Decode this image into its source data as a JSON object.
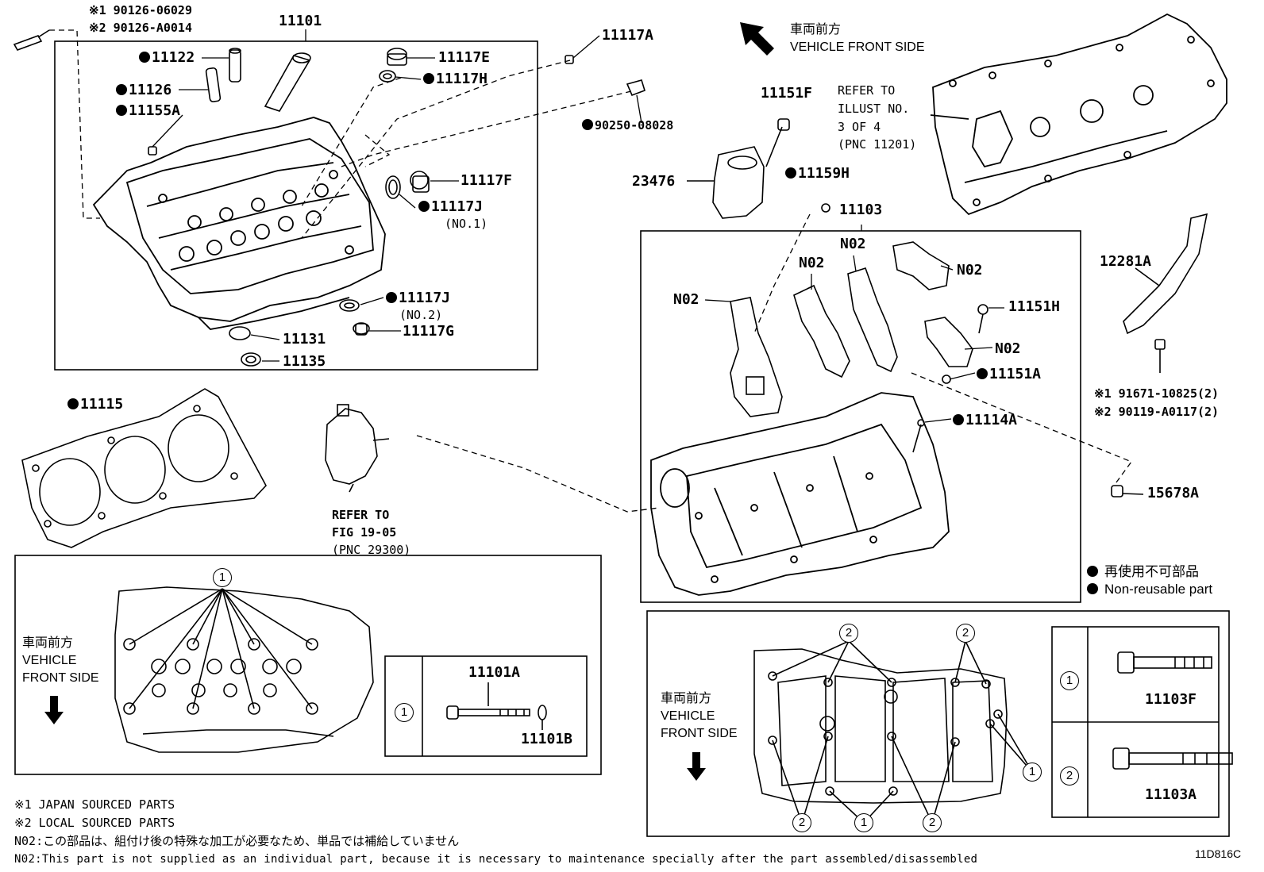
{
  "part_labels": {
    "p11101": "11101",
    "p11122": "11122",
    "p11126": "11126",
    "p11155A": "11155A",
    "p11117E": "11117E",
    "p11117H": "11117H",
    "p11117A": "11117A",
    "p90250": "90250-08028",
    "p11117F": "11117F",
    "p11117J1": "11117J",
    "p11117J1_sub": "(NO.1)",
    "p11117J2": "11117J",
    "p11117J2_sub": "(NO.2)",
    "p11117G": "11117G",
    "p11131": "11131",
    "p11135": "11135",
    "p11115": "11115",
    "p11151F": "11151F",
    "p23476": "23476",
    "p11159H": "11159H",
    "p11103": "11103",
    "p12281A": "12281A",
    "p11151H": "11151H",
    "p11151A": "11151A",
    "p11114A": "11114A",
    "p15678A": "15678A",
    "p11101A": "11101A",
    "p11101B": "11101B",
    "p11103F": "11103F",
    "p11103A": "11103A",
    "n02": "N02"
  },
  "stud_refs": {
    "line1": "※1 90126-06029",
    "line2": "※2 90126-A0014"
  },
  "bolt_refs": {
    "line1": "※1 91671-10825(2)",
    "line2": "※2 90119-A0117(2)"
  },
  "vehicle_front": {
    "jp": "車両前方",
    "en": "VEHICLE FRONT SIDE",
    "en_line1": "VEHICLE",
    "en_line2": "FRONT SIDE"
  },
  "refer_illust": {
    "l1": "REFER TO",
    "l2": "ILLUST NO.",
    "l3": "3 OF 4",
    "l4": "(PNC 11201)"
  },
  "refer_fig": {
    "l1": "REFER TO",
    "l2": "FIG 19-05",
    "l3": "(PNC 29300)"
  },
  "legend": {
    "jp": "再使用不可部品",
    "en": "Non-reusable part"
  },
  "circle_marks": {
    "one": "1",
    "two": "2"
  },
  "notes": {
    "n1": "※1 JAPAN SOURCED PARTS",
    "n2": "※2 LOCAL SOURCED PARTS",
    "n3": "N02:この部品は、組付け後の特殊な加工が必要なため、単品では補給していません",
    "n4": "N02:This part is not supplied as an individual part, because it is necessary to maintenance specially after the part assembled/disassembled"
  },
  "figure_code": "11D816C"
}
